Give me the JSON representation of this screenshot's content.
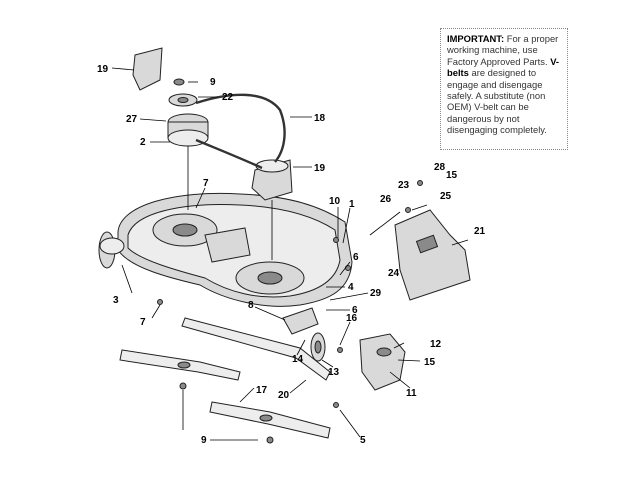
{
  "notice": {
    "important_label": "IMPORTANT:",
    "important_text": " For a proper working machine, use Factory Approved Parts.",
    "vbelts_label": "V-belts",
    "vbelts_text": " are designed to engage and disengage safely. A substitute (non OEM) V-belt can be dangerous by not disengaging completely."
  },
  "callouts": [
    "19",
    "9",
    "22",
    "27",
    "18",
    "2",
    "19",
    "7",
    "10",
    "1",
    "26",
    "23",
    "28",
    "15",
    "25",
    "21",
    "3",
    "6",
    "4",
    "29",
    "6",
    "24",
    "8",
    "16",
    "12",
    "15",
    "7",
    "14",
    "13",
    "11",
    "17",
    "20",
    "9",
    "5"
  ]
}
